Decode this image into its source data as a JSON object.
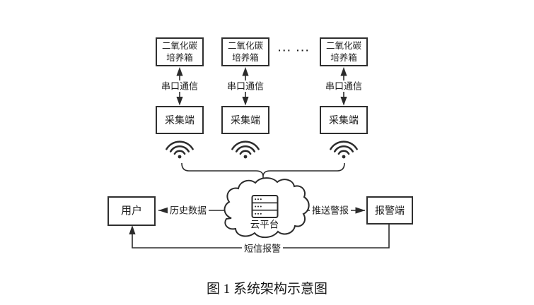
{
  "colors": {
    "background": "#ffffff",
    "line": "#2b2b2b",
    "text": "#1c1c1c"
  },
  "diagram": {
    "columns": [
      {
        "incubator_line1": "二氧化碳",
        "incubator_line2": "培养箱",
        "serial_label": "串口通信",
        "collector_label": "采集端"
      },
      {
        "incubator_line1": "二氧化碳",
        "incubator_line2": "培养箱",
        "serial_label": "串口通信",
        "collector_label": "采集端"
      },
      {
        "incubator_line1": "二氧化碳",
        "incubator_line2": "培养箱",
        "serial_label": "串口通信",
        "collector_label": "采集端"
      }
    ],
    "ellipsis": "··· ···",
    "cloud_label": "云平台",
    "user_label": "用户",
    "alarm_label": "报警端",
    "link_history": "历史数据",
    "link_push": "推送警报",
    "link_sms": "短信报警"
  },
  "caption": "图 1 系统架构示意图"
}
